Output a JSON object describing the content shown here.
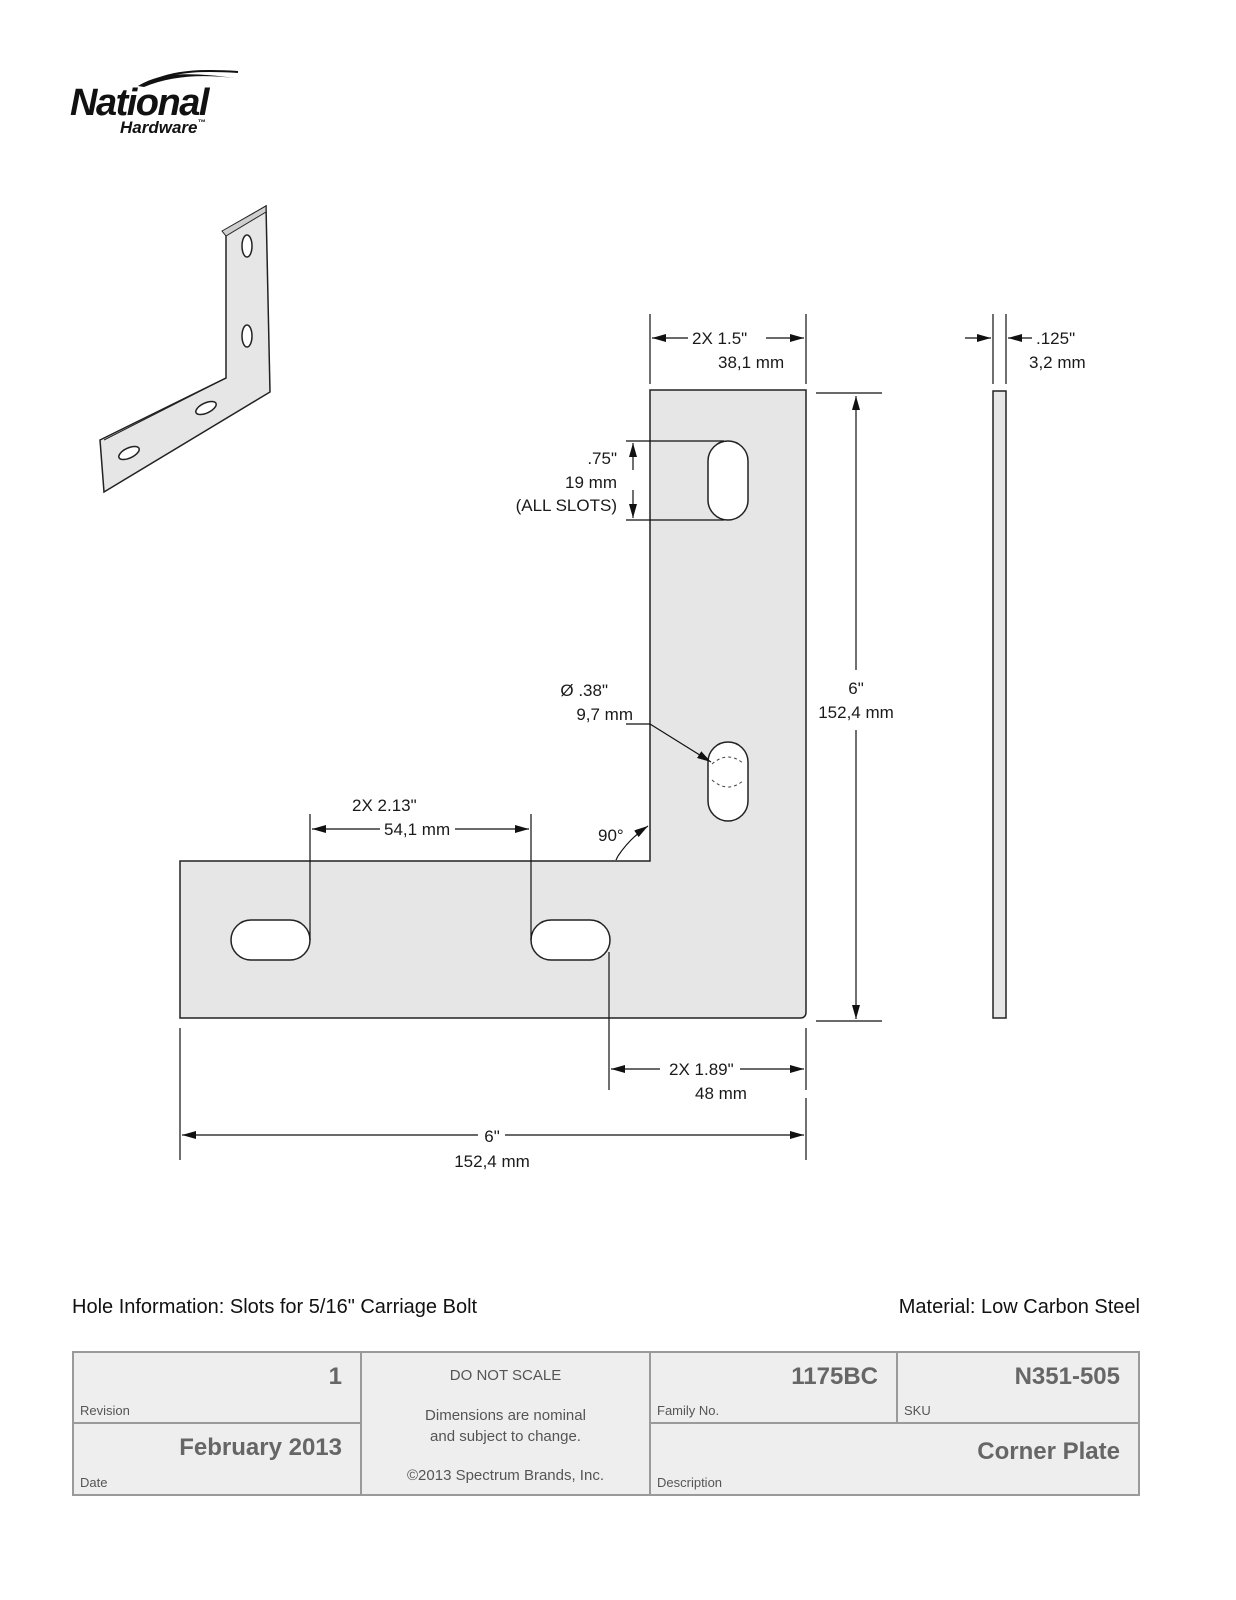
{
  "logo": {
    "brand": "National",
    "sub": "Hardware",
    "tm": "™"
  },
  "dims": {
    "width_top": [
      "2X 1.5\"",
      "38,1 mm"
    ],
    "thickness": [
      ".125\"",
      "3,2 mm"
    ],
    "slot_length": [
      ".75\"",
      "19 mm",
      "(ALL SLOTS)"
    ],
    "height": [
      "6\"",
      "152,4 mm"
    ],
    "slot_dia": [
      "Ø .38\"",
      "9,7 mm"
    ],
    "slot_spacing": [
      "2X  2.13\"",
      "54,1 mm"
    ],
    "angle": "90°",
    "slot_offset": [
      "2X 1.89\"",
      "48 mm"
    ],
    "length": [
      "6\"",
      "152,4 mm"
    ]
  },
  "notes": {
    "hole_info": "Hole Information: Slots for 5/16\" Carriage Bolt",
    "material": "Material: Low Carbon Steel"
  },
  "title_block": {
    "revision_label": "Revision",
    "revision": "1",
    "date_label": "Date",
    "date": "February 2013",
    "do_not_scale": "DO NOT SCALE",
    "nominal_1": "Dimensions are nominal",
    "nominal_2": "and subject to change.",
    "copyright": "©2013 Spectrum Brands, Inc.",
    "family_label": "Family No.",
    "family": "1175BC",
    "sku_label": "SKU",
    "sku": "N351-505",
    "desc_label": "Description",
    "description": "Corner Plate"
  }
}
